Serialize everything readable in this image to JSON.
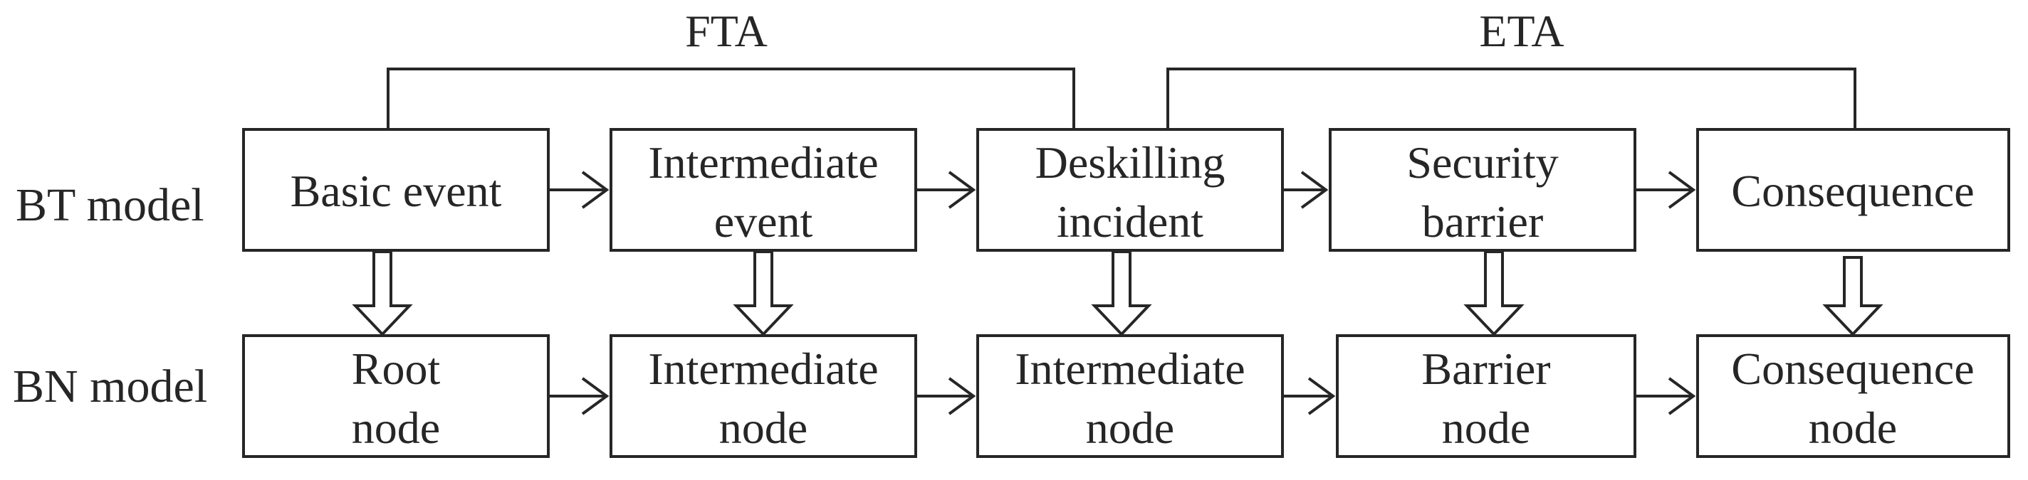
{
  "brackets": {
    "fta_label": "FTA",
    "eta_label": "ETA"
  },
  "rows": {
    "bt_label": "BT model",
    "bn_label": "BN model"
  },
  "bt_nodes": [
    {
      "line1": "Basic event",
      "line2": ""
    },
    {
      "line1": "Intermediate",
      "line2": "event"
    },
    {
      "line1": "Deskilling",
      "line2": "incident"
    },
    {
      "line1": "Security",
      "line2": "barrier"
    },
    {
      "line1": "Consequence",
      "line2": ""
    }
  ],
  "bn_nodes": [
    {
      "line1": "Root",
      "line2": "node"
    },
    {
      "line1": "Intermediate",
      "line2": "node"
    },
    {
      "line1": "Intermediate",
      "line2": "node"
    },
    {
      "line1": "Barrier",
      "line2": "node"
    },
    {
      "line1": "Consequence",
      "line2": "node"
    }
  ]
}
